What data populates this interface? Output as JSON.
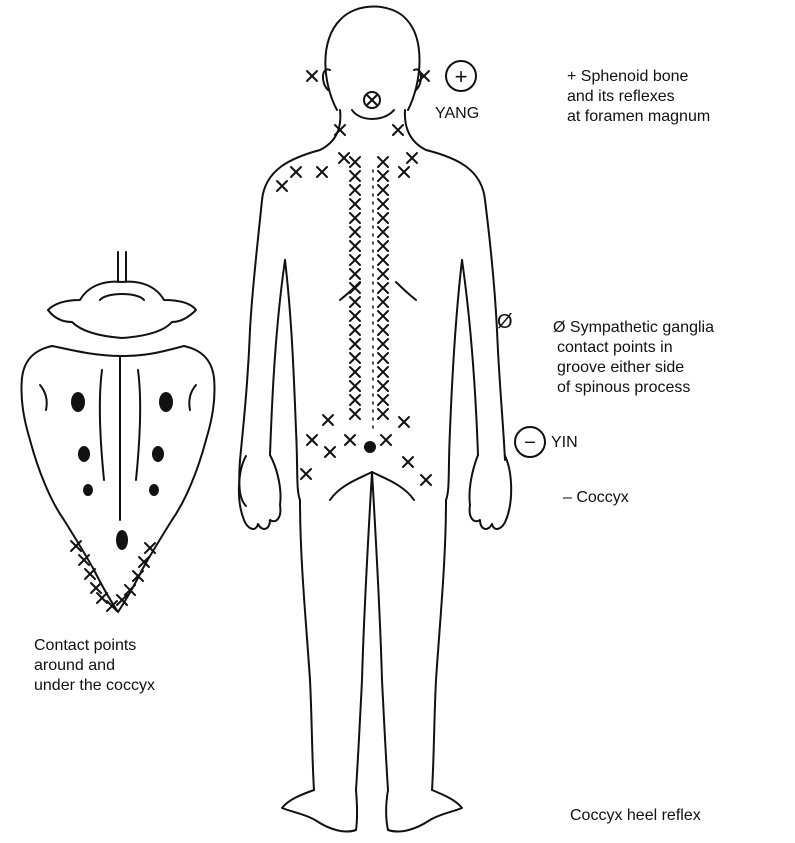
{
  "labels": {
    "yang_marker": "+",
    "yang": "YANG",
    "sphenoid": [
      "+ Sphenoid bone",
      "and its reflexes",
      "at foramen magnum"
    ],
    "phi_marker": "Ø",
    "sympathetic": [
      "Ø Sympathetic ganglia",
      "contact points in",
      "groove either side",
      "of spinous process"
    ],
    "yin_marker": "−",
    "yin": "YIN",
    "coccyx": "– Coccyx",
    "contact_points": [
      "Contact points",
      "around and",
      "under the coccyx"
    ],
    "heel_reflex": "Coccyx heel reflex"
  },
  "colors": {
    "ink": "#111111",
    "background": "#ffffff"
  },
  "icons": {
    "contact_point": "x-mark-icon",
    "foramen_point": "circled-x-icon",
    "coccyx_point": "filled-dot-icon"
  }
}
